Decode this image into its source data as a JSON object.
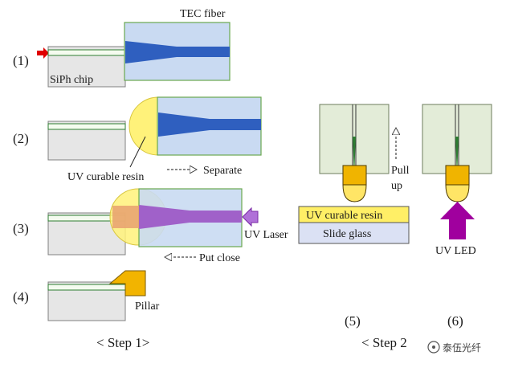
{
  "steps": [
    "(1)",
    "(2)",
    "(3)",
    "(4)",
    "(5)",
    "(6)"
  ],
  "labels": {
    "tec_fiber": "TEC fiber",
    "siph_chip": "SiPh chip",
    "uv_curable_resin": "UV curable resin",
    "separate": "Separate",
    "uv_laser": "UV Laser",
    "put_close": "Put close",
    "pillar": "Pillar",
    "pull": "Pull",
    "up": "up",
    "uv_curable_resin_slide": "UV curable resin",
    "slide_glass": "Slide glass",
    "uv_led": "UV LED"
  },
  "captions": {
    "step1": "< Step 1>",
    "step2": "< Step 2"
  },
  "watermark": "泰伍光纤",
  "colors": {
    "chip": "#e6e6e6",
    "chip_stroke": "#808080",
    "waveguide": "#2e7d32",
    "fiber_cladding": "#c9daf2",
    "fiber_stroke": "#6aa84f",
    "fiber_core": "#2f5fbf",
    "resin": "#fff27a",
    "resin_layer": "#ffef66",
    "slide_glass": "#dbe1f4",
    "laser_core": "#a061c9",
    "laser_arrow": "#9a3fc7",
    "led_arrow": "#a0009e",
    "pillar": "#f2b400",
    "holder": "#e3ecd8",
    "lens": "#f0b400",
    "lens_tip": "#ffe566",
    "input_arrow": "#e00000"
  }
}
